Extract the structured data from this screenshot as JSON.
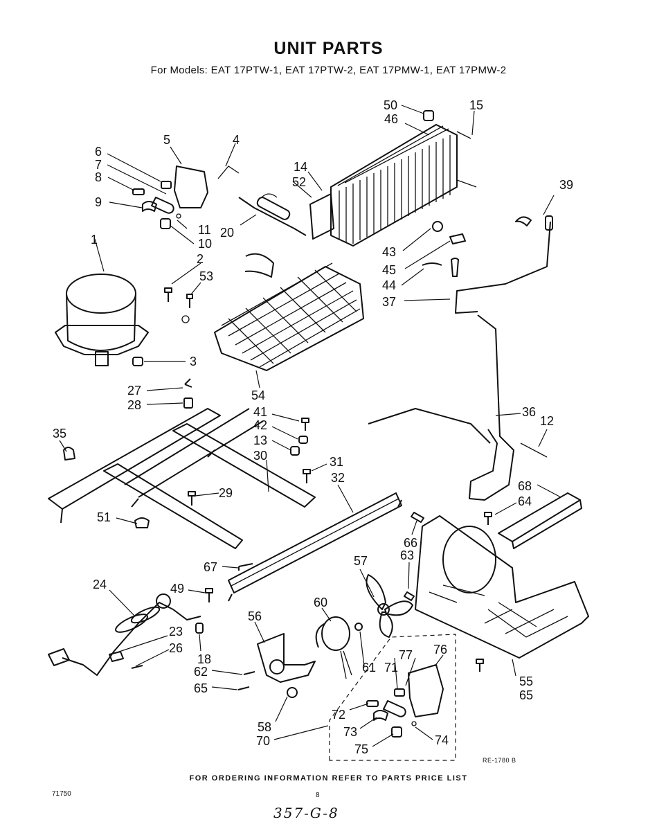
{
  "title": "UNIT PARTS",
  "subtitle": "For Models: EAT 17PTW-1, EAT 17PTW-2, EAT 17PMW-1, EAT 17PMW-2",
  "reference_code": "RE-1780 B",
  "footer": "FOR ORDERING INFORMATION REFER TO PARTS PRICE LIST",
  "doc_number": "71750",
  "page_number": "8",
  "handwritten_note": "357-G-8",
  "callouts": [
    "50",
    "15",
    "46",
    "14",
    "52",
    "20",
    "39",
    "6",
    "7",
    "8",
    "9",
    "5",
    "4",
    "11",
    "10",
    "1",
    "2",
    "53",
    "43",
    "45",
    "44",
    "37",
    "3",
    "27",
    "28",
    "54",
    "41",
    "42",
    "13",
    "30",
    "31",
    "36",
    "12",
    "35",
    "32",
    "29",
    "51",
    "68",
    "64",
    "67",
    "66",
    "63",
    "57",
    "24",
    "49",
    "60",
    "56",
    "23",
    "26",
    "18",
    "62",
    "65",
    "61",
    "71",
    "77",
    "76",
    "72",
    "73",
    "75",
    "74",
    "58",
    "70",
    "55",
    "65"
  ]
}
